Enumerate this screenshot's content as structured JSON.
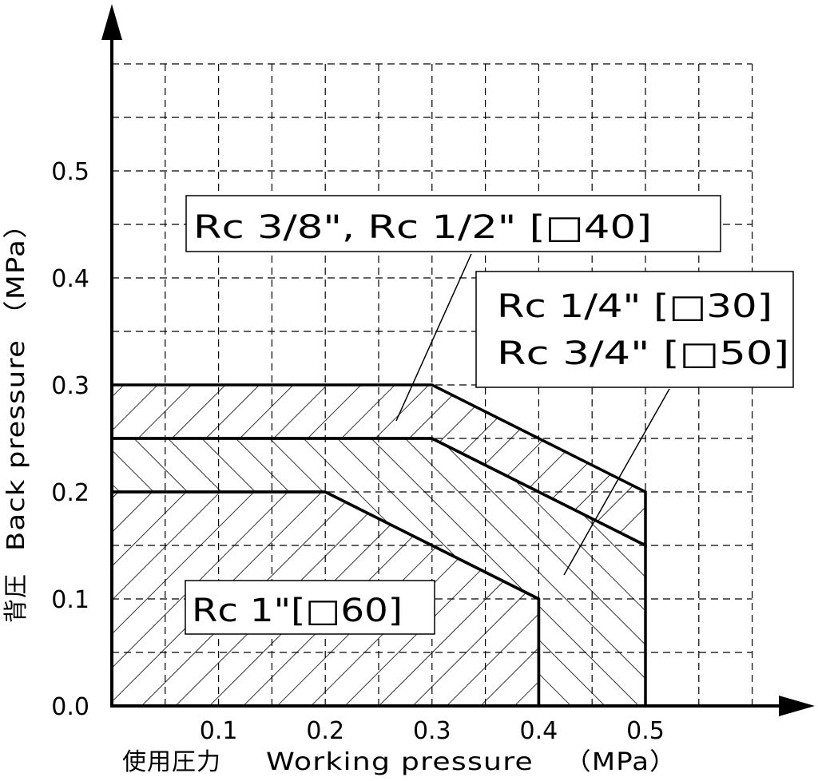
{
  "chart_data": {
    "type": "area",
    "xlabel": {
      "jp": "使用圧力",
      "en": "Working pressure",
      "unit": "（MPa）"
    },
    "ylabel": {
      "jp": "背圧",
      "en": "Back pressure",
      "unit": "（MPa）"
    },
    "xlim": [
      0,
      0.6
    ],
    "ylim": [
      0,
      0.6
    ],
    "x_ticks": [
      "0.1",
      "0.2",
      "0.3",
      "0.4",
      "0.5"
    ],
    "y_ticks": [
      "0.0",
      "0.1",
      "0.2",
      "0.3",
      "0.4",
      "0.5"
    ],
    "grid": true,
    "series": [
      {
        "name": "Rc 3/8\", Rc 1/2\" [□40]",
        "points": [
          [
            0,
            0.3
          ],
          [
            0.3,
            0.3
          ],
          [
            0.5,
            0.2
          ],
          [
            0.5,
            0.15
          ],
          [
            0.3,
            0.25
          ],
          [
            0,
            0.25
          ]
        ]
      },
      {
        "name": "Rc 1/4\" [□30] / Rc 3/4\" [□50]",
        "points": [
          [
            0,
            0.25
          ],
          [
            0.3,
            0.25
          ],
          [
            0.5,
            0.15
          ],
          [
            0.5,
            0.0
          ],
          [
            0.4,
            0.0
          ],
          [
            0.4,
            0.1
          ],
          [
            0.2,
            0.2
          ],
          [
            0,
            0.2
          ]
        ]
      },
      {
        "name": "Rc 1\"[□60]",
        "points": [
          [
            0,
            0.2
          ],
          [
            0.2,
            0.2
          ],
          [
            0.4,
            0.1
          ],
          [
            0.4,
            0.0
          ],
          [
            0,
            0.0
          ]
        ]
      }
    ],
    "labels": {
      "rc38": "Rc 3/8\", Rc 1/2\" [□40]",
      "rc14": "Rc 1/4\" [□30]",
      "rc34": "Rc  3/4\" [□50]",
      "rc1": "Rc 1\"[□60]"
    }
  }
}
